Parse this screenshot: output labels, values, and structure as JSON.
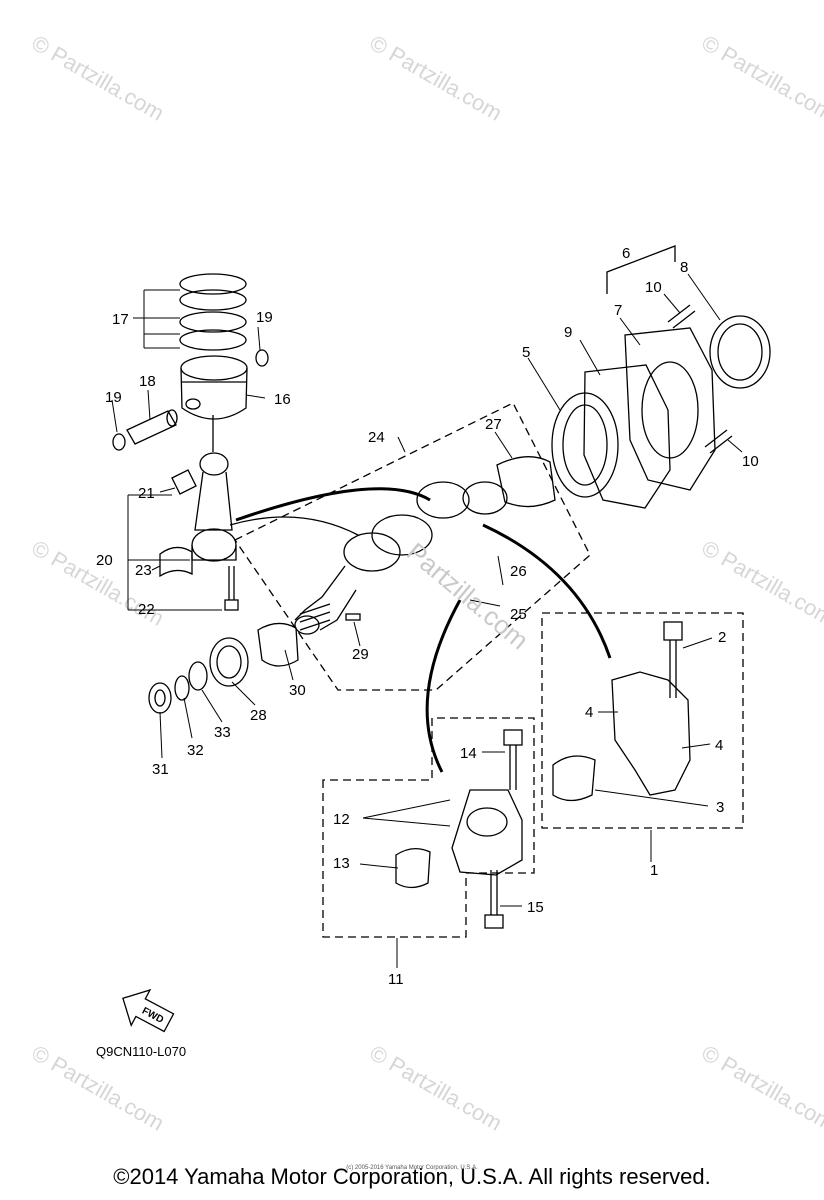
{
  "watermark_text": "© Partzilla.com",
  "center_watermark_text": "Partzilla.com",
  "callouts": [
    "1",
    "2",
    "3",
    "4",
    "5",
    "6",
    "7",
    "8",
    "9",
    "10",
    "11",
    "12",
    "13",
    "14",
    "15",
    "16",
    "17",
    "18",
    "19",
    "20",
    "21",
    "22",
    "23",
    "24",
    "25",
    "26",
    "27",
    "28",
    "29",
    "30",
    "31",
    "32",
    "33"
  ],
  "fwd_label": "FWD",
  "part_code": "Q9CN110-L070",
  "copyright": "©2014 Yamaha Motor Corporation, U.S.A. All rights reserved.",
  "small_copyright": "(c) 2005-2016 Yamaha Motor Corporation, U.S.A."
}
